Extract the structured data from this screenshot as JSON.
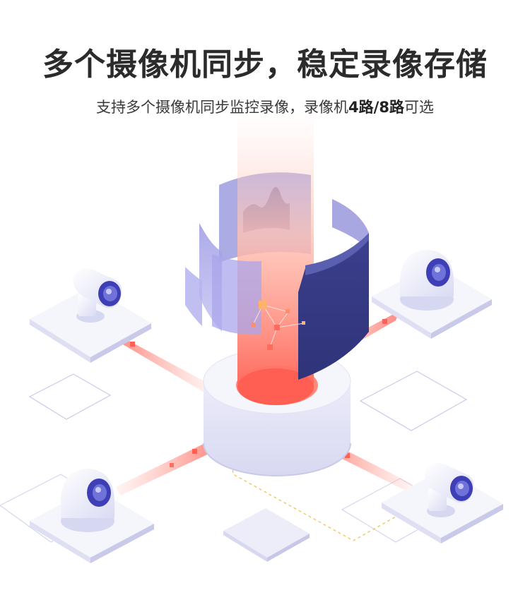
{
  "headline": {
    "title": "多个摄像机同步，稳定录像存储"
  },
  "subline": {
    "prefix": "支持多个摄像机同步监控录像，录像机",
    "channels_a": "4路",
    "separator": "/",
    "channels_b": "8路",
    "suffix": "可选"
  },
  "illustration": {
    "icons": [
      "nvr-hub-icon",
      "bullet-camera-icon",
      "dome-camera-icon",
      "data-chart-icon",
      "network-node-icon"
    ],
    "colors": {
      "beam": "#ff6b5f",
      "panel_light": "#a7a5e8",
      "panel_dark": "#363a86",
      "lens": "#3e3fb6",
      "platform": "#f2f2fb",
      "outline": "#c9cbe8",
      "dashed_link": "#f3c660"
    }
  }
}
